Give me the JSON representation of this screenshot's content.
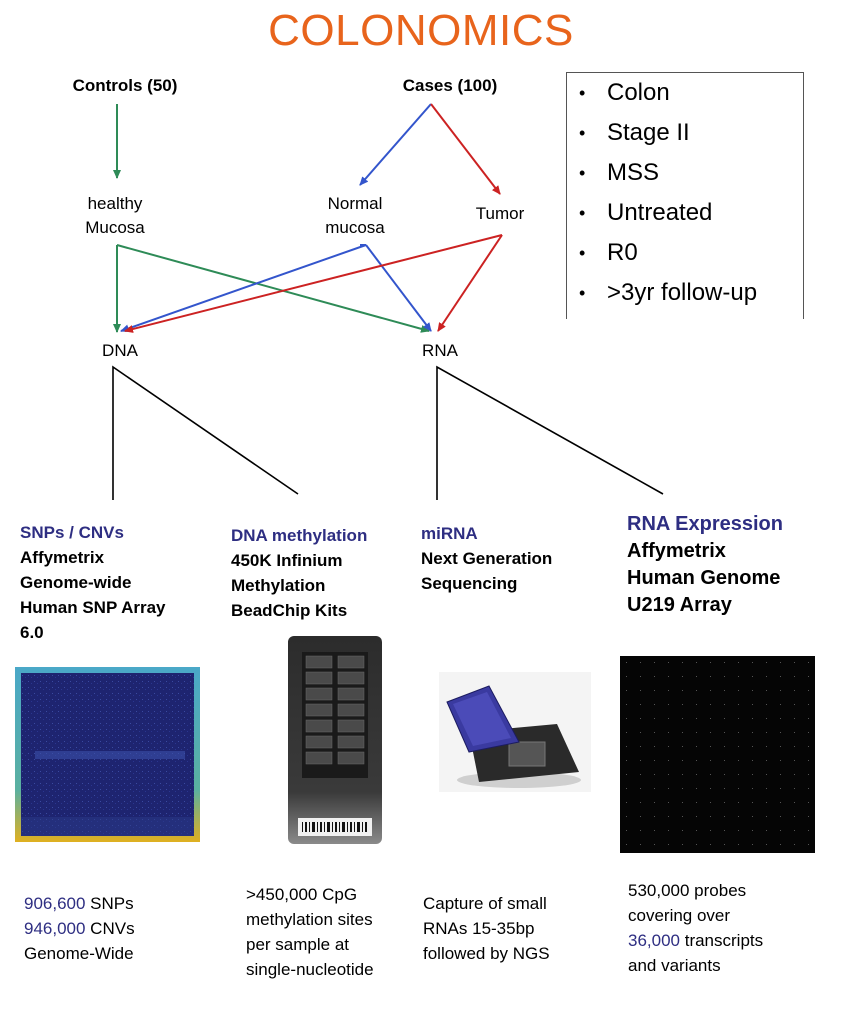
{
  "title": "COLONOMICS",
  "groups": {
    "controls": "Controls (50)",
    "cases": "Cases (100)"
  },
  "tissues": {
    "healthy_line1": "healthy",
    "healthy_line2": "Mucosa",
    "normal_line1": "Normal",
    "normal_line2": "mucosa",
    "tumor": "Tumor"
  },
  "molecules": {
    "dna": "DNA",
    "rna": "RNA"
  },
  "criteria": [
    "Colon",
    "Stage II",
    "MSS",
    "Untreated",
    "R0",
    ">3yr follow-up"
  ],
  "platforms": [
    {
      "title": "SNPs / CNVs",
      "lines": [
        "Affymetrix",
        "Genome-wide",
        "Human SNP Array",
        "6.0"
      ],
      "image": "snp-array-scan",
      "stats": [
        [
          "906,600",
          " SNPs"
        ],
        [
          "946,000",
          " CNVs"
        ],
        [
          "",
          "Genome-Wide"
        ]
      ]
    },
    {
      "title": "DNA methylation",
      "lines": [
        "450K Infinium",
        "Methylation",
        "BeadChip Kits"
      ],
      "image": "beadchip",
      "stats": [
        [
          "",
          ">450,000 CpG"
        ],
        [
          "",
          "methylation sites"
        ],
        [
          "",
          "per sample at"
        ],
        [
          "",
          "single-nucleotide"
        ]
      ]
    },
    {
      "title": "miRNA",
      "lines": [
        "Next Generation",
        "Sequencing"
      ],
      "image": "sequencing-chip",
      "stats": [
        [
          "",
          "Capture of small"
        ],
        [
          "",
          "RNAs 15-35bp"
        ],
        [
          "",
          "followed by NGS"
        ]
      ]
    },
    {
      "title": "RNA Expression",
      "lines": [
        "Affymetrix",
        "Human Genome",
        "U219 Array"
      ],
      "image": "expression-array-scan",
      "stats": [
        [
          "",
          "530,000 probes"
        ],
        [
          "",
          "covering over"
        ],
        [
          "36,000",
          " transcripts"
        ],
        [
          "",
          "and variants"
        ]
      ]
    }
  ],
  "colors": {
    "title": "#e8641c",
    "controls_arrow": "#2e8b57",
    "normal_arrow": "#3355cc",
    "tumor_arrow": "#cc2222",
    "highlight_text": "#2e2e82"
  }
}
